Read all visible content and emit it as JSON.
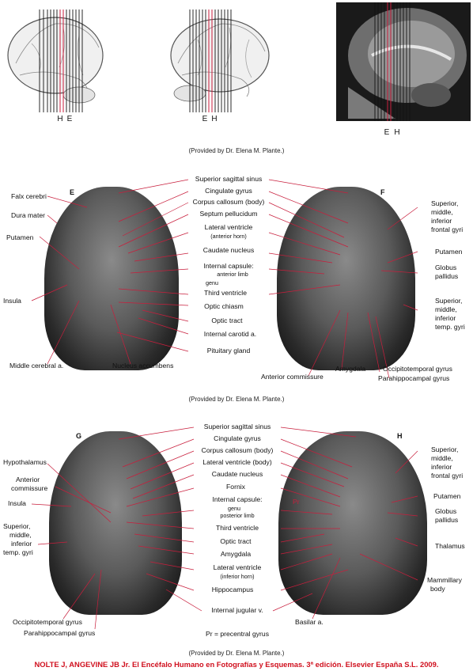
{
  "top": {
    "left_markers": [
      "H",
      "E"
    ],
    "middle_markers": [
      "E",
      "H"
    ],
    "right_markers": [
      "E",
      "H"
    ]
  },
  "caption": "(Provided by Dr. Elena M. Plante.)",
  "panel_ef": {
    "letter_left": "E",
    "letter_right": "F",
    "center_labels": [
      "Superior sagittal sinus",
      "Cingulate gyrus",
      "Corpus callosum (body)",
      "Septum pellucidum",
      "Lateral ventricle",
      "(anterior horn)",
      "Caudate nucleus",
      "Internal capsule:",
      "anterior limb",
      "genu",
      "Third ventricle",
      "Optic chiasm",
      "Optic tract",
      "Internal carotid a.",
      "Pituitary gland"
    ],
    "left_labels": [
      "Falx cerebri",
      "Dura mater",
      "Putamen",
      "Insula"
    ],
    "right_labels": [
      "Superior,",
      "middle,",
      "inferior",
      "frontal gyri",
      "Putamen",
      "Globus",
      "pallidus",
      "Superior,",
      "middle,",
      "inferior",
      "temp. gyri"
    ],
    "bottom_labels": [
      "Middle cerebral a.",
      "Nucleus accumbens",
      "Amygdala",
      "Occipitotemporal gyrus",
      "Anterior commissure",
      "Parahippocampal gyrus"
    ]
  },
  "panel_gh": {
    "letter_left": "G",
    "letter_right": "H",
    "center_labels": [
      "Superior sagittal sinus",
      "Cingulate gyrus",
      "Corpus callosum (body)",
      "Lateral ventricle (body)",
      "Caudate nucleus",
      "Fornix",
      "Internal capsule:",
      "genu",
      "posterior limb",
      "Third ventricle",
      "Optic tract",
      "Amygdala",
      "Lateral ventricle",
      "(inferior horn)",
      "Hippocampus",
      "Internal jugular v."
    ],
    "left_labels": [
      "Hypothalamus",
      "Anterior",
      "commissure",
      "Insula",
      "Superior,",
      "middle,",
      "inferior",
      "temp. gyri"
    ],
    "right_labels": [
      "Superior,",
      "middle,",
      "inferior",
      "frontal gyri",
      "Putamen",
      "Globus",
      "pallidus",
      "Thalamus",
      "Mammillary",
      "body"
    ],
    "bottom_labels": [
      "Occipitotemporal gyrus",
      "Parahippocampal gyrus",
      "Basilar a."
    ],
    "pr_mark": "Pr",
    "note": "Pr = precentral gyrus"
  },
  "footer": "NOLTE J, ANGEVINE JB Jr. El Encéfalo Humano en Fotografías y Esquemas. 3ª edición. Elsevier España S.L. 2009.",
  "colors": {
    "leader": "#c81e3c",
    "footer": "#d0101e",
    "mri_dark": "#0e0e0e"
  }
}
